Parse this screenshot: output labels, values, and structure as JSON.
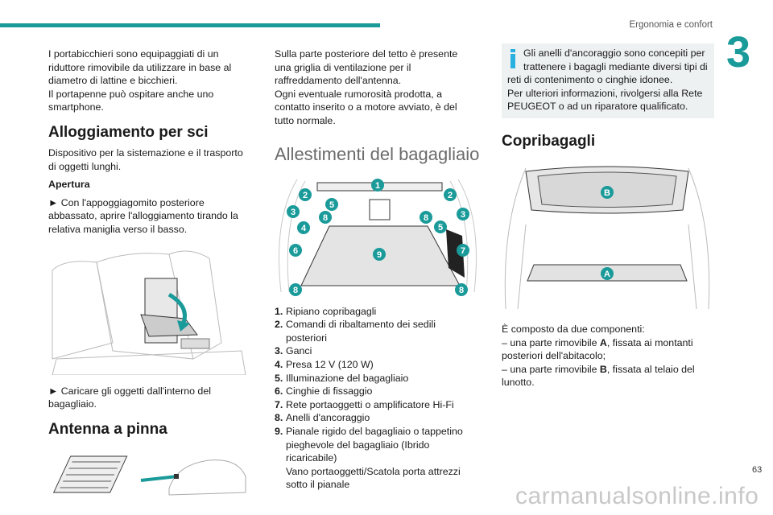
{
  "header": {
    "section": "Ergonomia e confort",
    "chapter": "3",
    "page": "63"
  },
  "watermark": "carmanualsonline.info",
  "col1": {
    "intro": [
      "I portabicchieri sono equipaggiati di un riduttore rimovibile da utilizzare in base al diametro di lattine e bicchieri.",
      "Il portapenne può ospitare anche uno smartphone."
    ],
    "ski_title": "Alloggiamento per sci",
    "ski_text": "Dispositivo per la sistemazione e il trasporto di oggetti lunghi.",
    "opening_title": "Apertura",
    "step1": "► Con l'appoggiagomito posteriore abbassato, aprire l'alloggiamento tirando la relativa maniglia verso il basso.",
    "step2": "► Caricare gli oggetti dall'interno del bagagliaio.",
    "antenna_title": "Antenna a pinna"
  },
  "col2": {
    "intro": [
      "Sulla parte posteriore del tetto è presente una griglia di ventilazione per il raffreddamento dell'antenna.",
      "Ogni eventuale rumorosità prodotta, a contatto inserito o a motore avviato, è del tutto normale."
    ],
    "title": "Allestimenti del bagagliaio",
    "items": [
      {
        "n": "1.",
        "t": "Ripiano copribagagli"
      },
      {
        "n": "2.",
        "t": "Comandi di ribaltamento dei sedili posteriori"
      },
      {
        "n": "3.",
        "t": "Ganci"
      },
      {
        "n": "4.",
        "t": "Presa 12 V (120 W)"
      },
      {
        "n": "5.",
        "t": "Illuminazione del bagagliaio"
      },
      {
        "n": "6.",
        "t": "Cinghie di fissaggio"
      },
      {
        "n": "7.",
        "t": "Rete portaoggetti o amplificatore Hi-Fi"
      },
      {
        "n": "8.",
        "t": "Anelli d'ancoraggio"
      },
      {
        "n": "9.",
        "t": "Pianale rigido del bagagliaio o tappetino pieghevole del bagagliaio (Ibrido ricaricabile)\nVano portaoggetti/Scatola porta attrezzi sotto il pianale"
      }
    ],
    "badges": [
      "1",
      "2",
      "2",
      "3",
      "3",
      "4",
      "5",
      "5",
      "6",
      "7",
      "8",
      "8",
      "8",
      "8",
      "9"
    ]
  },
  "col3": {
    "info": [
      "Gli anelli d'ancoraggio sono concepiti per trattenere i bagagli mediante diversi tipi di reti di contenimento o cinghie idonee.",
      "Per ulteriori informazioni, rivolgersi alla Rete PEUGEOT o ad un riparatore qualificato."
    ],
    "title": "Copribagagli",
    "badges": [
      "A",
      "B"
    ],
    "desc": "È composto da due componenti:",
    "partA_pre": "– una parte rimovibile ",
    "partA_key": "A",
    "partA_post": ", fissata ai montanti posteriori dell'abitacolo;",
    "partB_pre": "– una parte rimovibile ",
    "partB_key": "B",
    "partB_post": ", fissata al telaio del lunotto."
  },
  "colors": {
    "accent": "#1b9a9a",
    "info": "#2ab0e0"
  }
}
